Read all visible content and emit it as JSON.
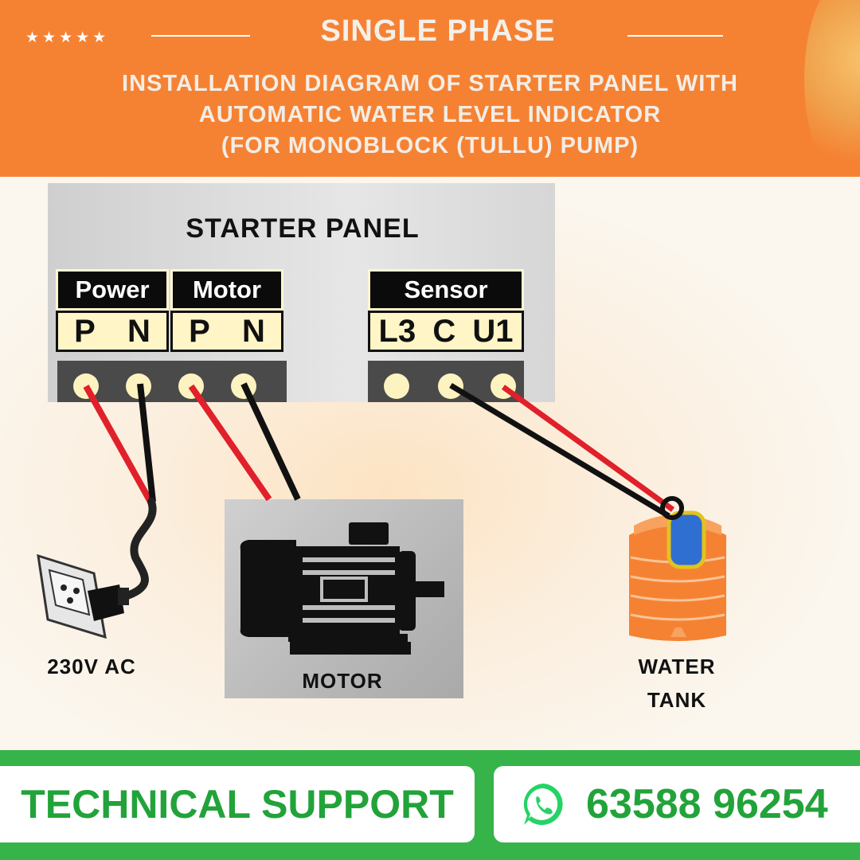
{
  "header": {
    "stars": "★★★★★",
    "title": "SINGLE PHASE",
    "subtitle_lines": [
      "INSTALLATION DIAGRAM OF STARTER PANEL WITH",
      "AUTOMATIC WATER LEVEL INDICATOR",
      "(FOR MONOBLOCK (TULLU) PUMP)"
    ]
  },
  "panel": {
    "title": "STARTER PANEL",
    "groups": [
      {
        "label": "Power",
        "terminals": [
          "P",
          "N"
        ]
      },
      {
        "label": "Motor",
        "terminals": [
          "P",
          "N"
        ]
      },
      {
        "label": "Sensor",
        "terminals": [
          "L3",
          "C",
          "U1"
        ]
      }
    ]
  },
  "captions": {
    "supply": "230V AC",
    "motor": "MOTOR",
    "tank_line1": "WATER",
    "tank_line2": "TANK"
  },
  "footer": {
    "support": "TECHNICAL SUPPORT",
    "phone": "63588 96254"
  },
  "colors": {
    "orange": "#f58233",
    "green": "#36b44a",
    "wire_red": "#e0202a",
    "wire_black": "#111111"
  }
}
